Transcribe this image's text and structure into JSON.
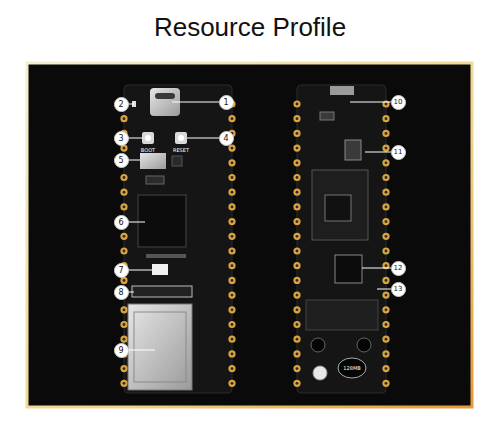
{
  "diagram": {
    "title": "Resource Profile",
    "labels": [
      "1",
      "2",
      "3",
      "4",
      "5",
      "6",
      "7",
      "8",
      "9",
      "10",
      "11",
      "12",
      "13",
      "BOOT",
      "RESET",
      "128MB"
    ]
  }
}
